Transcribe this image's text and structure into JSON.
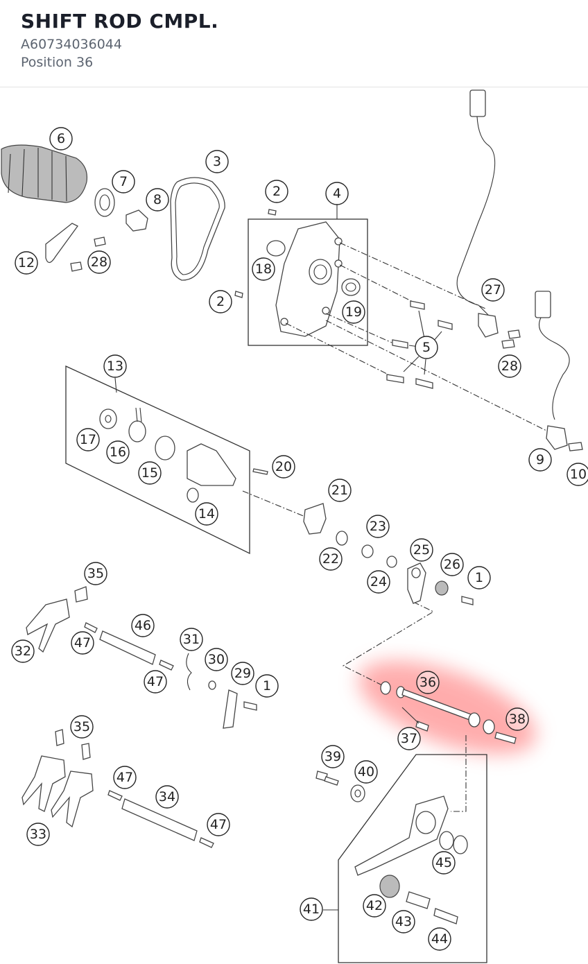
{
  "header": {
    "title": "SHIFT ROD CMPL.",
    "part_number": "A60734036044",
    "position": "Position 36"
  },
  "diagram": {
    "highlighted_position": "36",
    "highlight_color": "#ff6b6b",
    "callouts": [
      "6",
      "3",
      "7",
      "8",
      "2",
      "4",
      "12",
      "28",
      "18",
      "2",
      "19",
      "27",
      "5",
      "28",
      "13",
      "17",
      "16",
      "15",
      "20",
      "9",
      "10",
      "14",
      "21",
      "23",
      "22",
      "25",
      "26",
      "1",
      "24",
      "35",
      "46",
      "31",
      "32",
      "47",
      "30",
      "29",
      "1",
      "47",
      "36",
      "38",
      "37",
      "35",
      "39",
      "40",
      "47",
      "34",
      "47",
      "33",
      "45",
      "42",
      "41",
      "43",
      "44"
    ]
  }
}
